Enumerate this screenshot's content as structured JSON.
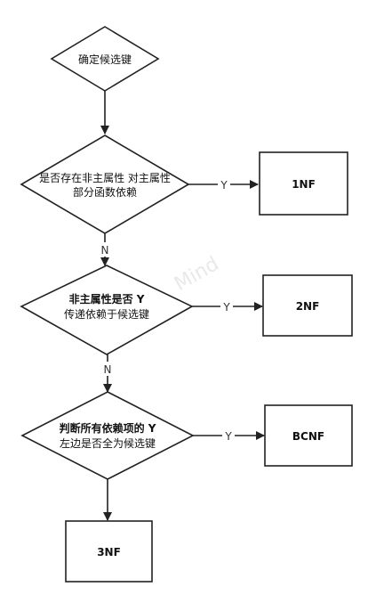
{
  "nodes": {
    "start": "确定候选键",
    "decision1": [
      "是否存在非主属性 对主属性",
      "部分函数依赖"
    ],
    "decision2": [
      "非主属性是否 Y",
      "传递依赖于候选键"
    ],
    "decision3": [
      "判断所有依赖项的 Y",
      "左边是否全为候选键"
    ],
    "result1": "1NF",
    "result2": "2NF",
    "result3": "BCNF",
    "result4": "3NF"
  },
  "edges": {
    "yes": "Y",
    "no": "N"
  },
  "watermark": "Mind",
  "colors": {
    "stroke": "#222222",
    "fill": "#ffffff"
  }
}
